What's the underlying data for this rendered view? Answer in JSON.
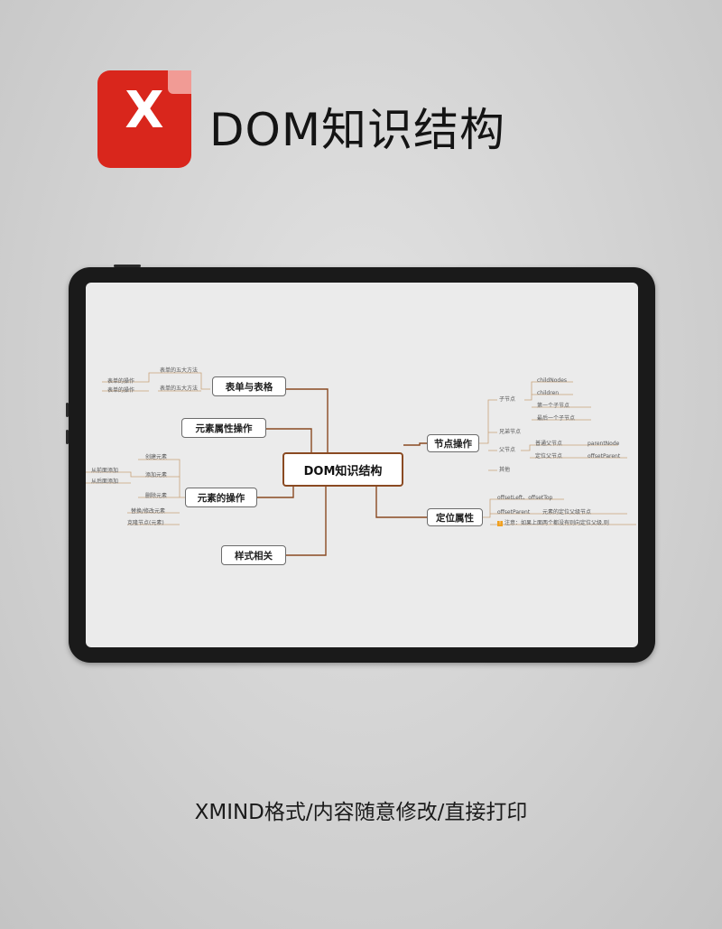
{
  "header": {
    "title": "DOM知识结构",
    "logo_letter": "X"
  },
  "mindmap": {
    "root": "DOM知识结构",
    "left_branches": [
      {
        "label": "表单与表格"
      },
      {
        "label": "元素属性操作"
      },
      {
        "label": "元素的操作"
      },
      {
        "label": "样式相关"
      }
    ],
    "right_branches": [
      {
        "label": "节点操作"
      },
      {
        "label": "定位属性"
      }
    ],
    "form_leaves": [
      "表单的操作",
      "表单的操作",
      "表单的五大方法",
      "表单的五大方法"
    ],
    "element_leaves": [
      "创建元素",
      "添加元素",
      "删除元素",
      "替换/修改元素",
      "克隆节点(元素)"
    ],
    "element_subleaves": [
      "从前面添加",
      "从后面添加"
    ],
    "node_leaves": {
      "child": "子节点",
      "child_items": [
        "childNodes",
        "children",
        "第一个子节点",
        "最后一个子节点"
      ],
      "sibling": "兄弟节点",
      "parent": "父节点",
      "parent_items": [
        "普通父节点",
        "定位父节点"
      ],
      "parent_values": [
        "parentNode",
        "offsetParent"
      ],
      "other": "其他"
    },
    "position_leaves": {
      "offsets": "offsetLeft、offsetTop",
      "offset_parent": "offsetParent",
      "offset_parent_desc": "元素的定位父级节点",
      "note": "注意：如果上面两个都没有则向定位父级,则"
    }
  },
  "footer": {
    "text": "XMIND格式/内容随意修改/直接打印"
  },
  "colors": {
    "logo": "#d9261c",
    "branch_line": "#8a4a22",
    "leaf_line": "#c9a27a"
  }
}
